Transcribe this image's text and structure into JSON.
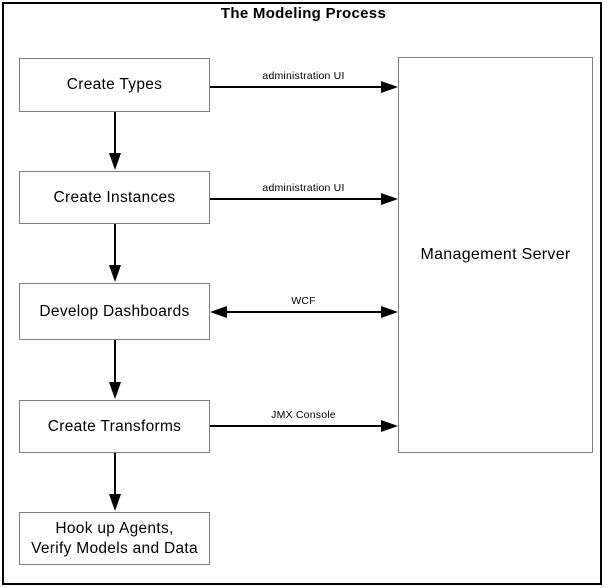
{
  "title": "The Modeling Process",
  "colors": {
    "background": "#ffffff",
    "frame_border": "#000000",
    "node_border": "#7f7f7f",
    "arrow": "#000000",
    "text": "#000000"
  },
  "process_steps": [
    {
      "label": "Create Types"
    },
    {
      "label": "Create Instances"
    },
    {
      "label": "Develop Dashboards"
    },
    {
      "label": "Create Transforms"
    },
    {
      "lines": [
        "Hook up Agents,",
        "Verify Models and Data"
      ]
    }
  ],
  "server": {
    "label": "Management Server"
  },
  "connections": [
    {
      "from": "Create Types",
      "to": "Management Server",
      "label": "administration UI",
      "direction": "right"
    },
    {
      "from": "Create Instances",
      "to": "Management Server",
      "label": "administration UI",
      "direction": "right"
    },
    {
      "from": "Develop Dashboards",
      "to": "Management Server",
      "label": "WCF",
      "direction": "both"
    },
    {
      "from": "Create Transforms",
      "to": "Management Server",
      "label": "JMX Console",
      "direction": "right"
    }
  ]
}
